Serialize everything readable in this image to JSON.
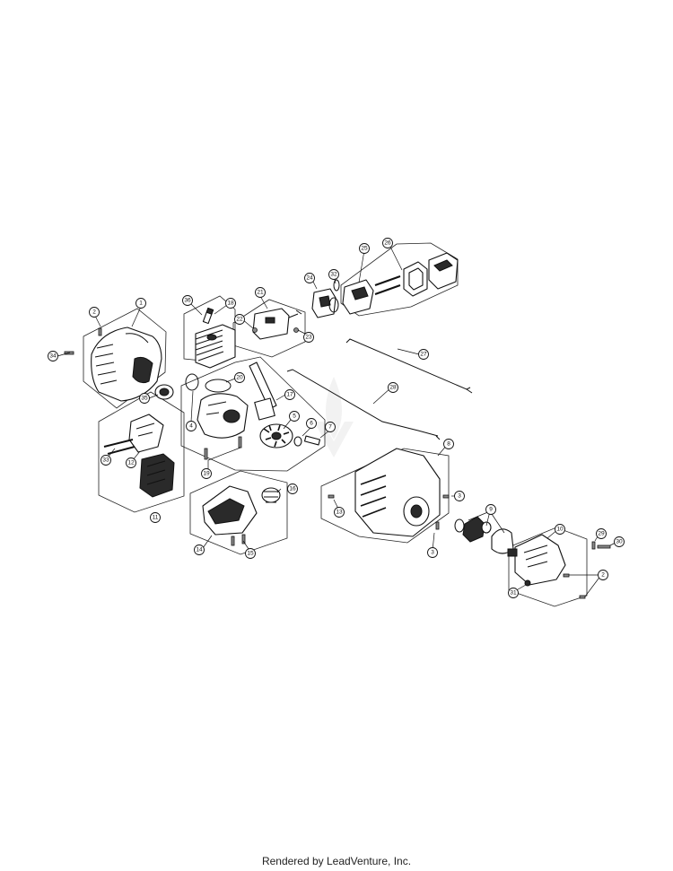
{
  "footer": {
    "text": "Rendered by LeadVenture, Inc."
  },
  "callouts": [
    {
      "id": "1",
      "label": "1"
    },
    {
      "id": "2a",
      "label": "2"
    },
    {
      "id": "34",
      "label": "34"
    },
    {
      "id": "35",
      "label": "35"
    },
    {
      "id": "36",
      "label": "36"
    },
    {
      "id": "18",
      "label": "18"
    },
    {
      "id": "20",
      "label": "20"
    },
    {
      "id": "17",
      "label": "17"
    },
    {
      "id": "4",
      "label": "4"
    },
    {
      "id": "5",
      "label": "5"
    },
    {
      "id": "6",
      "label": "6"
    },
    {
      "id": "7",
      "label": "7"
    },
    {
      "id": "19",
      "label": "19"
    },
    {
      "id": "21",
      "label": "21"
    },
    {
      "id": "22",
      "label": "22"
    },
    {
      "id": "23",
      "label": "23"
    },
    {
      "id": "24",
      "label": "24"
    },
    {
      "id": "32",
      "label": "32"
    },
    {
      "id": "25",
      "label": "25"
    },
    {
      "id": "26",
      "label": "26"
    },
    {
      "id": "27",
      "label": "27"
    },
    {
      "id": "28",
      "label": "28"
    },
    {
      "id": "33",
      "label": "33"
    },
    {
      "id": "12",
      "label": "12"
    },
    {
      "id": "11",
      "label": "11"
    },
    {
      "id": "16",
      "label": "16"
    },
    {
      "id": "14",
      "label": "14"
    },
    {
      "id": "15",
      "label": "15"
    },
    {
      "id": "8",
      "label": "8"
    },
    {
      "id": "13",
      "label": "13"
    },
    {
      "id": "3a",
      "label": "3"
    },
    {
      "id": "3b",
      "label": "3"
    },
    {
      "id": "9",
      "label": "9"
    },
    {
      "id": "10",
      "label": "10"
    },
    {
      "id": "29",
      "label": "29"
    },
    {
      "id": "30",
      "label": "30"
    },
    {
      "id": "2b",
      "label": "2"
    },
    {
      "id": "31",
      "label": "31"
    }
  ]
}
